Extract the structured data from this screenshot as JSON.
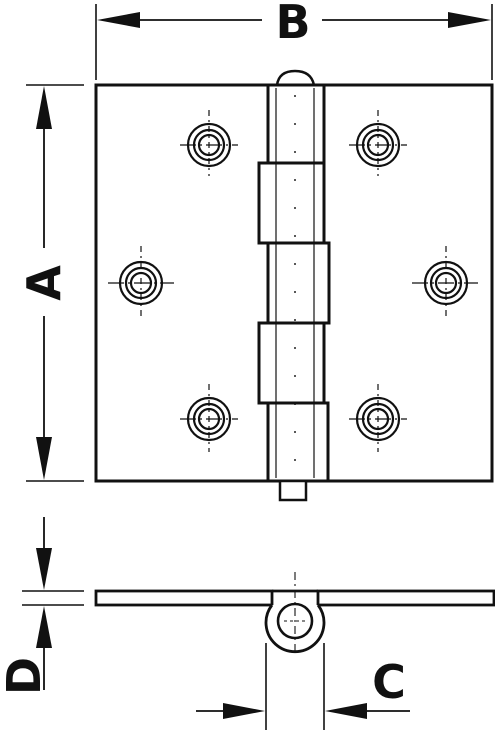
{
  "labels": {
    "a": "A",
    "b": "B",
    "c": "C",
    "d": "D"
  },
  "colors": {
    "ink": "#111111",
    "paper": "#ffffff"
  },
  "hinge": {
    "screw_holes_per_leaf": 3,
    "knuckles": 5
  }
}
